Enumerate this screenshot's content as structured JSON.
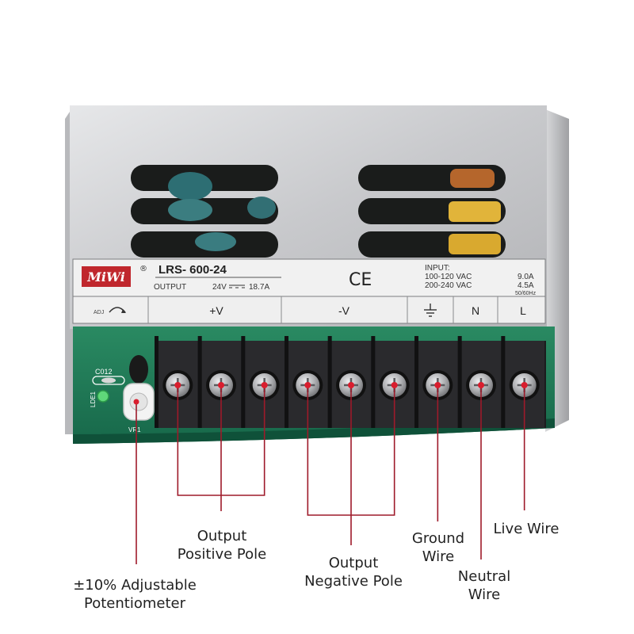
{
  "colors": {
    "case": "#c9cacc",
    "pcb": "#1f7a56",
    "terminal_block": "#1c1c1e",
    "screw": "#b9babd",
    "leader_line": "#9e1a2a",
    "marker_dot": "#d91e2e",
    "label_panel": "#f1f1f1",
    "brand_red": "#c0272d"
  },
  "label": {
    "brand": "MiWi",
    "model": "LRS- 600-24",
    "output_label": "OUTPUT",
    "output_voltage": "24V",
    "output_current": "18.7A",
    "ce_mark": "CE",
    "input_label": "INPUT:",
    "input_range_1": "100-120 VAC",
    "input_current_1": "9.0A",
    "input_range_2": "200-240 VAC",
    "input_current_2": "4.5A",
    "input_freq": "50/60Hz",
    "terminal_adj": "ADJ",
    "terminal_plus_v": "+V",
    "terminal_minus_v": "-V",
    "terminal_n": "N",
    "terminal_l": "L"
  },
  "board": {
    "capacitor_ref": "C012",
    "led_ref": "LDE1",
    "pot_ref": "VR1"
  },
  "callouts": {
    "potentiometer": {
      "line1": "±10% Adjustable",
      "line2": "Potentiometer"
    },
    "positive": {
      "line1": "Output",
      "line2": "Positive Pole"
    },
    "negative": {
      "line1": "Output",
      "line2": "Negative Pole"
    },
    "ground": {
      "line1": "Ground",
      "line2": "Wire"
    },
    "neutral": {
      "line1": "Neutral",
      "line2": "Wire"
    },
    "live": {
      "line1": "Live Wire"
    }
  },
  "icons": [
    "ground-icon",
    "adjust-arrow-icon",
    "screw-icon"
  ]
}
